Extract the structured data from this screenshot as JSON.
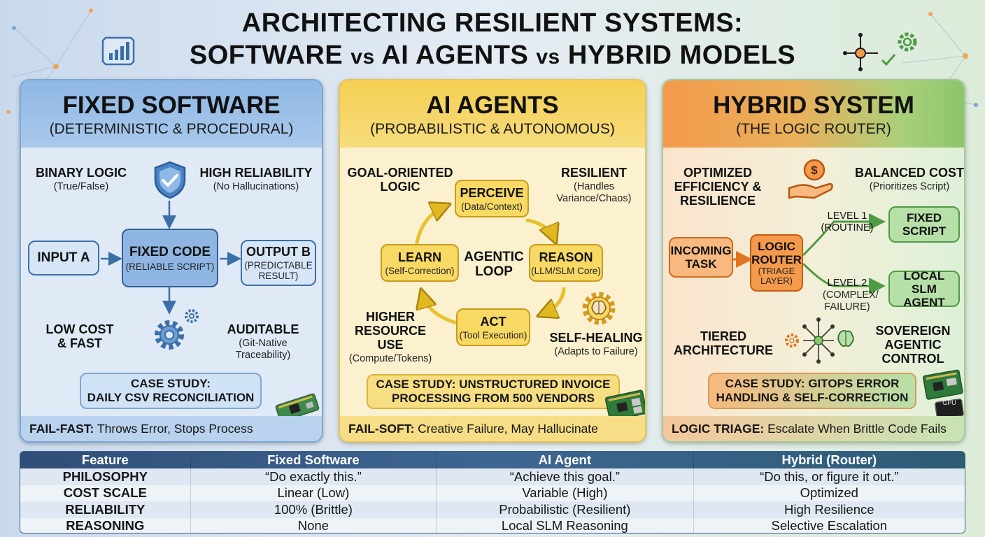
{
  "title": {
    "line1": "ARCHITECTING RESILIENT SYSTEMS:",
    "line2_a": "SOFTWARE",
    "line2_vs1": "vs",
    "line2_b": "AI AGENTS",
    "line2_vs2": "vs",
    "line2_c": "HYBRID MODELS"
  },
  "fixed": {
    "title": "FIXED SOFTWARE",
    "subtitle": "(DETERMINISTIC & PROCEDURAL)",
    "binary_title": "BINARY LOGIC",
    "binary_sub": "(True/False)",
    "rel_title": "HIGH RELIABILITY",
    "rel_sub": "(No Hallucinations)",
    "input": "INPUT A",
    "code_title": "FIXED CODE",
    "code_sub": "(RELIABLE SCRIPT)",
    "output_title": "OUTPUT B",
    "output_sub": "(PREDICTABLE RESULT)",
    "cost_l1": "LOW COST",
    "cost_l2": "& FAST",
    "aud_title": "AUDITABLE",
    "aud_sub": "(Git-Native Traceability)",
    "case_l1": "CASE STUDY:",
    "case_l2": "DAILY CSV RECONCILIATION",
    "footer_bold": "FAIL-FAST:",
    "footer_text": " Throws Error, Stops Process"
  },
  "agents": {
    "title": "AI AGENTS",
    "subtitle": "(PROBABILISTIC & AUTONOMOUS)",
    "goal_l1": "GOAL-ORIENTED",
    "goal_l2": "LOGIC",
    "res_title": "RESILIENT",
    "res_sub": "(Handles Variance/Chaos)",
    "perceive_title": "PERCEIVE",
    "perceive_sub": "(Data/Context)",
    "learn_title": "LEARN",
    "learn_sub": "(Self-Correction)",
    "loop_l1": "AGENTIC",
    "loop_l2": "LOOP",
    "reason_title": "REASON",
    "reason_sub": "(LLM/SLM Core)",
    "act_title": "ACT",
    "act_sub": "(Tool Execution)",
    "higher_l1": "HIGHER",
    "higher_l2": "RESOURCE",
    "higher_l3": "USE",
    "higher_sub": "(Compute/Tokens)",
    "heal_title": "SELF-HEALING",
    "heal_sub": "(Adapts to Failure)",
    "case_l1": "CASE STUDY: UNSTRUCTURED INVOICE",
    "case_l2": "PROCESSING FROM 500 VENDORS",
    "footer_bold": "FAIL-SOFT:",
    "footer_text": " Creative Failure, May Hallucinate"
  },
  "hybrid": {
    "title": "HYBRID SYSTEM",
    "subtitle": "(THE LOGIC ROUTER)",
    "opt_l1": "OPTIMIZED",
    "opt_l2": "EFFICIENCY &",
    "opt_l3": "RESILIENCE",
    "bal_title": "BALANCED COST",
    "bal_sub": "(Prioritizes Script)",
    "incoming_l1": "INCOMING",
    "incoming_l2": "TASK",
    "router_l1": "LOGIC",
    "router_l2": "ROUTER",
    "router_sub": "(TRIAGE LAYER)",
    "level1_title": "LEVEL 1",
    "level1_sub": "(ROUTINE)",
    "level2_title": "LEVEL 2",
    "level2_sub": "(COMPLEX/ FAILURE)",
    "fixed_l1": "FIXED",
    "fixed_l2": "SCRIPT",
    "slm_l1": "LOCAL SLM",
    "slm_l2": "AGENT",
    "tiered_l1": "TIERED",
    "tiered_l2": "ARCHITECTURE",
    "sov_l1": "SOVEREIGN",
    "sov_l2": "AGENTIC",
    "sov_l3": "CONTROL",
    "case_l1": "CASE STUDY: GITOPS ERROR",
    "case_l2": "HANDLING & SELF-CORRECTION",
    "footer_bold": "LOGIC TRIAGE:",
    "footer_text": " Escalate When Brittle Code Fails",
    "chip_text": "GPU"
  },
  "table": {
    "headers": [
      "Feature",
      "Fixed Software",
      "AI Agent",
      "Hybrid (Router)"
    ],
    "rows": [
      [
        "PHILOSOPHY",
        "“Do exactly this.”",
        "“Achieve this goal.”",
        "“Do this, or figure it out.”"
      ],
      [
        "COST SCALE",
        "Linear (Low)",
        "Variable (High)",
        "Optimized"
      ],
      [
        "RELIABILITY",
        "100% (Brittle)",
        "Probabilistic (Resilient)",
        "High Resilience"
      ],
      [
        "REASONING",
        "None",
        "Local SLM Reasoning",
        "Selective Escalation"
      ]
    ]
  },
  "colors": {
    "blue": "#3b6fa8",
    "yellow": "#f4cf52",
    "orange": "#f39a4b",
    "green": "#8cc56b",
    "table_header": "#2f4e78"
  }
}
